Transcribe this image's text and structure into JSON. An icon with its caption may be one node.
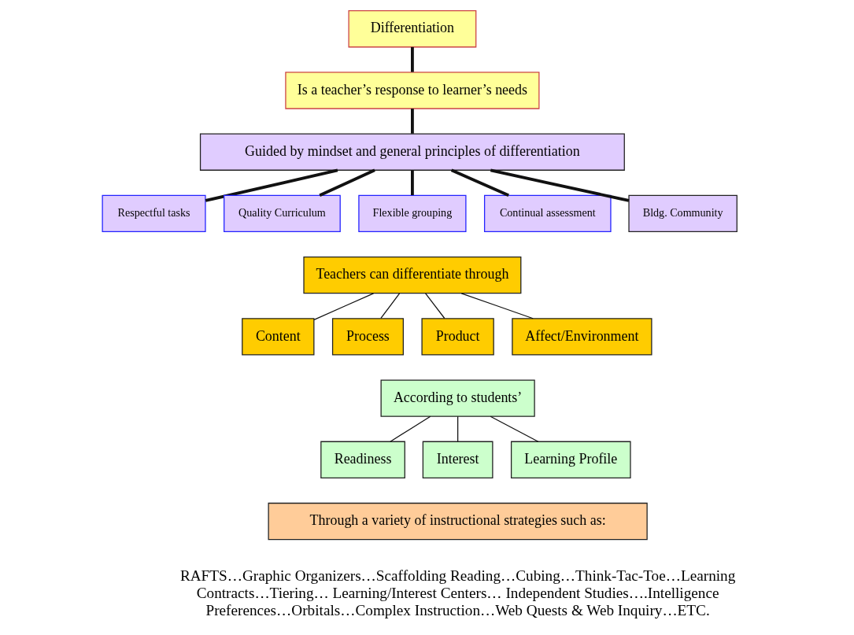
{
  "diagram": {
    "nodes": [
      {
        "text": [
          "Differentiation"
        ]
      },
      {
        "text": [
          "Is a teacher’s response to learner’s needs"
        ]
      },
      {
        "text": [
          "Guided by mindset and general principles of differentiation"
        ]
      },
      {
        "text": [
          "Respectful tasks"
        ]
      },
      {
        "text": [
          "Quality Curriculum"
        ]
      },
      {
        "text": [
          "Flexible grouping"
        ]
      },
      {
        "text": [
          "Continual assessment"
        ]
      },
      {
        "text": [
          "Bldg. Community"
        ]
      },
      {
        "text": [
          "Teachers can differentiate through"
        ]
      },
      {
        "text": [
          "Content"
        ]
      },
      {
        "text": [
          "Process"
        ]
      },
      {
        "text": [
          "Product"
        ]
      },
      {
        "text": [
          "Affect/Environment"
        ]
      },
      {
        "text": [
          "According to students’"
        ]
      },
      {
        "text": [
          "Readiness"
        ]
      },
      {
        "text": [
          "Interest"
        ]
      },
      {
        "text": [
          "Learning Profile"
        ]
      },
      {
        "text": [
          "Through a variety of instructional strategies such as:"
        ]
      }
    ],
    "edges": [
      {
        "from": 0,
        "to": 1,
        "arrow": "none",
        "style": "thick"
      },
      {
        "from": 1,
        "to": 2,
        "arrow": "none",
        "style": "thick"
      },
      {
        "from": 2,
        "to": 3,
        "arrow": "none",
        "style": "thick"
      },
      {
        "from": 2,
        "to": 4,
        "arrow": "none",
        "style": "thick"
      },
      {
        "from": 2,
        "to": 5,
        "arrow": "none",
        "style": "thick"
      },
      {
        "from": 2,
        "to": 6,
        "arrow": "none",
        "style": "thick"
      },
      {
        "from": 2,
        "to": 7,
        "arrow": "none",
        "style": "thick"
      },
      {
        "from": 8,
        "to": 9,
        "arrow": "none"
      },
      {
        "from": 8,
        "to": 10,
        "arrow": "none"
      },
      {
        "from": 8,
        "to": 11,
        "arrow": "none"
      },
      {
        "from": 8,
        "to": 12,
        "arrow": "none"
      },
      {
        "from": 13,
        "to": 14,
        "arrow": "none"
      },
      {
        "from": 13,
        "to": 15,
        "arrow": "none"
      },
      {
        "from": 13,
        "to": 16,
        "arrow": "none"
      }
    ],
    "labels": [
      "RAFTS…Graphic Organizers…Scaffolding Reading…Cubing…Think-Tac-Toe…Learning Contracts…Tiering… Learning/Interest Centers… Independent Studies….Intelligence Preferences…Orbitals…Complex Instruction…Web Quests & Web Inquiry…ETC."
    ]
  }
}
